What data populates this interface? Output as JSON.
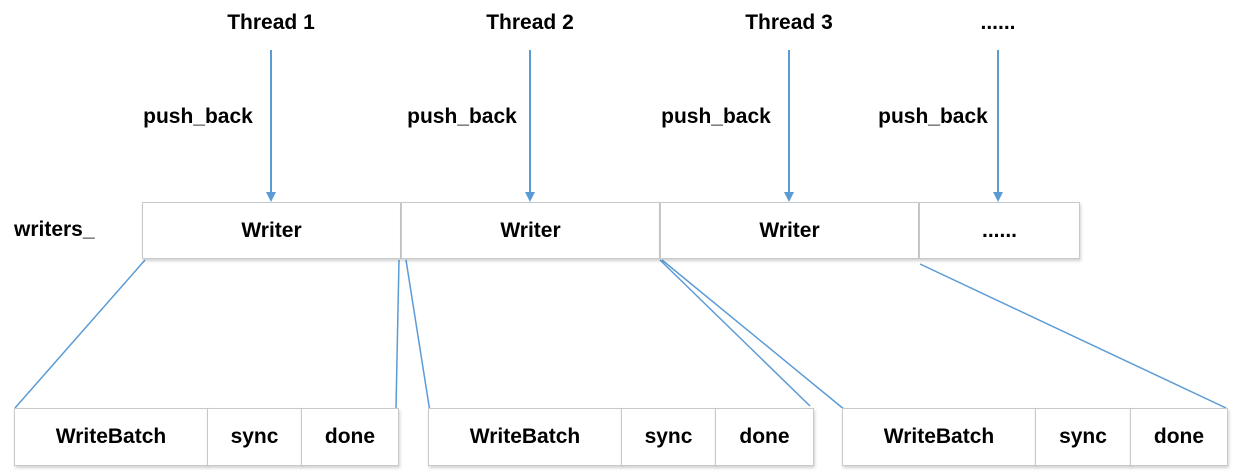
{
  "threads": [
    {
      "label": "Thread 1",
      "action": "push_back"
    },
    {
      "label": "Thread 2",
      "action": "push_back"
    },
    {
      "label": "Thread 3",
      "action": "push_back"
    },
    {
      "label": "......",
      "action": "push_back"
    }
  ],
  "writers_label": "writers_",
  "writers": [
    "Writer",
    "Writer",
    "Writer",
    "......"
  ],
  "records": [
    {
      "batch": "WriteBatch",
      "sync": "sync",
      "done": "done"
    },
    {
      "batch": "WriteBatch",
      "sync": "sync",
      "done": "done"
    },
    {
      "batch": "WriteBatch",
      "sync": "sync",
      "done": "done"
    }
  ],
  "colors": {
    "arrow": "#5b9bd5",
    "border": "#c9c9c9"
  }
}
